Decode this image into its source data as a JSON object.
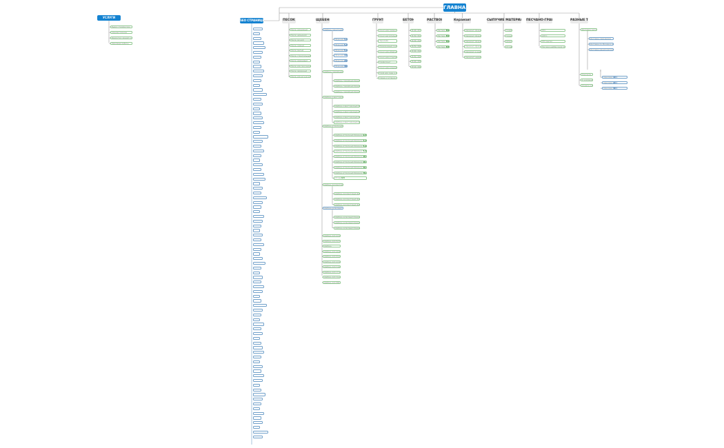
{
  "diagram": {
    "root_label": "ГЛАВНАЯ",
    "uslugi": {
      "label": "УСЛУГИ",
      "items": [
        {
          "text": "Вывоз строймусора"
        },
        {
          "text": "Аренда техники"
        },
        {
          "text": "Демонтаж зданий и сооружений"
        },
        {
          "text": "Земляные работы"
        }
      ]
    },
    "seo_label": "SEO СТРАНИЦЫ",
    "seo_item_count": 88,
    "categories": [
      {
        "label": "ПЕСОК",
        "items": [
          {
            "text": "Песок карьерный"
          },
          {
            "text": "Песок намывной"
          },
          {
            "text": "Песок речной"
          },
          {
            "text": "Песок сеяный"
          },
          {
            "text": "Песок мытый"
          },
          {
            "text": "Песок строительный"
          },
          {
            "text": "Песок кварцевый"
          },
          {
            "text": "Песок для песочниц"
          },
          {
            "text": "Песок овражный"
          },
          {
            "text": "Песок для штукатурки и кладки"
          }
        ]
      },
      {
        "label": "ЩЕБЕНЬ",
        "groups": [
          {
            "text": "Щебень гранитный",
            "items": [
              {
                "text": "Фракция",
                "tag": "3-10"
              },
              {
                "text": "Фракция",
                "tag": "5-10"
              },
              {
                "text": "Фракция",
                "tag": "5-20"
              },
              {
                "text": "Фракция",
                "tag": "10-20"
              },
              {
                "text": "Фракция",
                "tag": "20-40"
              },
              {
                "text": "Фракция",
                "tag": "40-70"
              }
            ]
          },
          {
            "text": "Щебень гравийный",
            "items": [
              {
                "text": "Щебень гравийный фракции",
                "tag": "5-20"
              },
              {
                "text": "Щебень гравийный фракции",
                "tag": "20-40"
              },
              {
                "text": "Щебень гравийный фракции",
                "tag": "40-70"
              }
            ]
          },
          {
            "text": "Щебень известняковый",
            "items": [
              {
                "text": "Щебень известняковый фракции",
                "tag": "5-20"
              },
              {
                "text": "Щебень известняковый фракции",
                "tag": "5-40"
              },
              {
                "text": "Щебень известняковый фракции",
                "tag": "20-40"
              },
              {
                "text": "Щебень известняковый фракции",
                "tag": "40-70"
              }
            ]
          },
          {
            "text": "Щебень вторичный",
            "items": [
              {
                "text": "Щебень вторичный фракции",
                "tag": "0-5"
              },
              {
                "text": "Щебень вторичный фракции",
                "tag": "5-10-20"
              },
              {
                "text": "Щебень вторичный фракции",
                "tag": "5-20"
              },
              {
                "text": "Щебень вторичный фракции",
                "tag": "5-40"
              },
              {
                "text": "Щебень вторичный фракции",
                "tag": "20-40"
              },
              {
                "text": "Щебень вторичный фракции",
                "tag": "20-70"
              },
              {
                "text": "Щебень вторичный фракции",
                "tag": "40-70"
              },
              {
                "text": "Щебень вторичный фракции",
                "tag": "70-120, 150-300"
              },
              {
                "text": "Отсев",
                "tag": "0-5"
              }
            ]
          },
          {
            "text": "Щебень доломитовый",
            "items": [
              {
                "text": "Щебень доломитовый фракции",
                "tag": "5-20"
              },
              {
                "text": "Щебень доломитовый фракции",
                "tag": "20-40"
              },
              {
                "text": "Щебень доломитовый фракции",
                "tag": "40-70"
              }
            ]
          },
          {
            "text": "Щебень шлаковый",
            "items": [
              {
                "text": "Щебень шлаковый фракции",
                "tag": "5-20"
              },
              {
                "text": "Щебень шлаковый фракции",
                "tag": "20-40"
              },
              {
                "text": "Щебень шлаковый фракции",
                "tag": "40-70"
              }
            ]
          }
        ],
        "extra": [
          {
            "text": "Щебень для дорог"
          },
          {
            "text": "Щебень для бетона"
          },
          {
            "text": "Щебень"
          },
          {
            "text": "Щебень для дренажа"
          },
          {
            "text": "Щебень для фундамента"
          },
          {
            "text": "Щебень для дорожек"
          },
          {
            "text": "Щебень для парковки"
          },
          {
            "text": "Щебень для отсыпки"
          },
          {
            "text": "Щебень для ландшафта"
          },
          {
            "text": "Щебень для ЖД путей"
          }
        ]
      },
      {
        "label": "ГРУНТ",
        "items": [
          {
            "text": "Грунт для газона"
          },
          {
            "text": "Грунт растительный"
          },
          {
            "text": "Чернозём"
          },
          {
            "text": "Плодородный грунт"
          },
          {
            "text": "Грунт для обратной засыпки"
          },
          {
            "text": "Грунт для отсыпки участка"
          },
          {
            "text": "Торфогрунт"
          },
          {
            "text": "Грунт для планировки"
          },
          {
            "text": "Торф для сада и огорода"
          },
          {
            "text": "Глина и суглинок"
          }
        ]
      },
      {
        "label": "БЕТОН",
        "items": [
          {
            "text": "М100 (В7.5)"
          },
          {
            "text": "М150 (В12.5)"
          },
          {
            "text": "М200 (В15)"
          },
          {
            "text": "М250 (В20)"
          },
          {
            "text": "М300 (В22.5)"
          },
          {
            "text": "М350 (В25)"
          },
          {
            "text": "М400 (В30)"
          },
          {
            "text": "М500 (В40)"
          }
        ]
      },
      {
        "label": "РАСТВОР",
        "items": [
          {
            "text": "Раствор",
            "tag": "М100"
          },
          {
            "text": "Раствор",
            "tag": "М150"
          },
          {
            "text": "Раствор",
            "tag": "М200"
          },
          {
            "text": "Раствор",
            "tag": "М300"
          }
        ]
      },
      {
        "label": "Керамзит",
        "items": [
          {
            "text": "Керамзит фракции",
            "tag": "0-5"
          },
          {
            "text": "Керамзит фракции",
            "tag": "5-10"
          },
          {
            "text": "Керамзит фракции",
            "tag": "10-20"
          },
          {
            "text": "Керамзит фракции",
            "tag": "20-40"
          },
          {
            "text": "Керамзит в мешках"
          },
          {
            "text": "Керамзит навалом"
          }
        ]
      },
      {
        "label": "СЫПУЧИЕ МАТЕРИАЛЫ",
        "items": [
          {
            "text": "Гравий"
          },
          {
            "text": "Галька"
          },
          {
            "text": "Шлак"
          },
          {
            "text": "Отсев"
          }
        ]
      },
      {
        "label": "ПЕСЧАНО-ГРАВИЙНАЯ СМЕСЬ",
        "items": [
          {
            "text": "ПГС"
          },
          {
            "text": "ОПГС"
          },
          {
            "text": "ПГС мытая"
          },
          {
            "text": "Песчано-щебёночная смесь",
            "tag": "С4 С5"
          }
        ]
      },
      {
        "label": "РАЗНЫЕ ТИПЫ",
        "items": [
          {
            "text": "Доставка сыпучих"
          }
        ],
        "subitems": [
          {
            "text": "Доставка самосвалом"
          },
          {
            "text": "Доставка по Москве и области"
          },
          {
            "text": "Доставка манипулятором"
          }
        ],
        "subsubitems": [
          {
            "text": "Самосвал",
            "tag": "10 т"
          },
          {
            "text": "Самосвал",
            "tag": "20 т"
          },
          {
            "text": "Самосвал",
            "tag": "30 т"
          }
        ],
        "bottom": [
          {
            "text": "Контакты"
          },
          {
            "text": "О компании"
          },
          {
            "text": "Оплата и доставка"
          }
        ]
      }
    ]
  }
}
